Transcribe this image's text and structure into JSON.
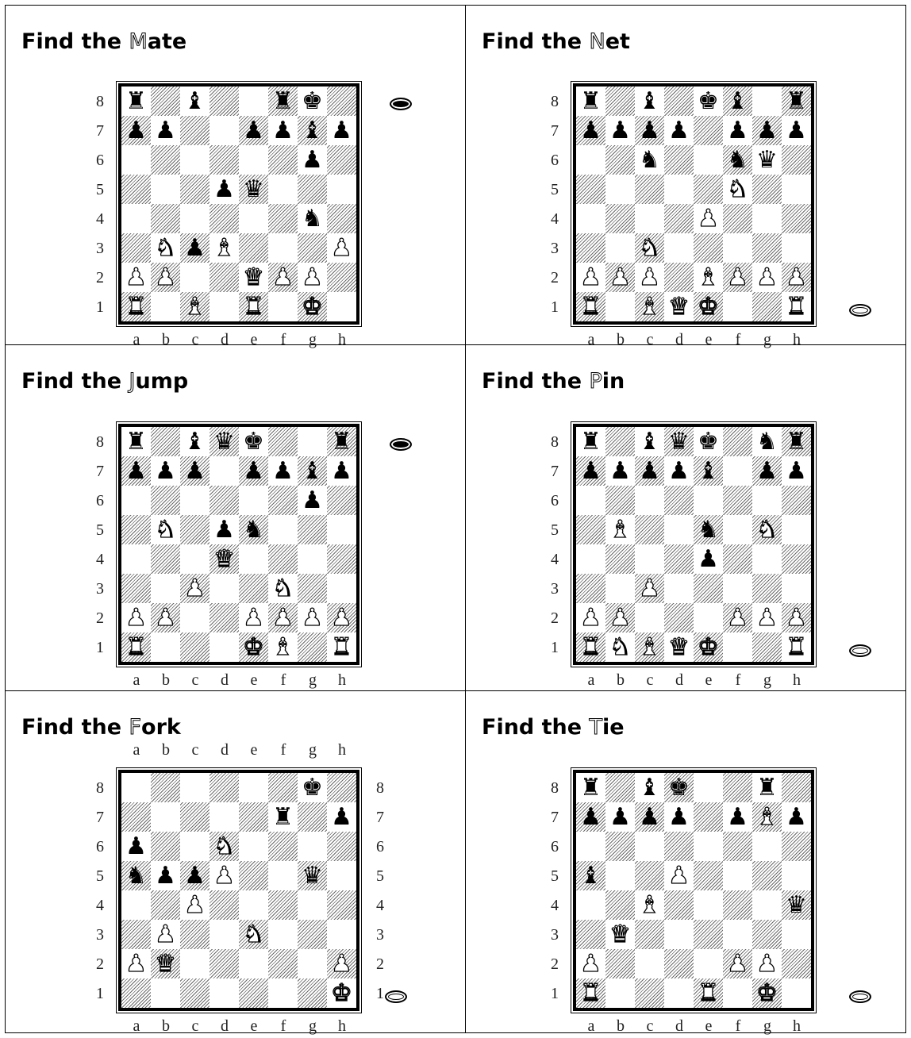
{
  "puzzles": [
    {
      "title_prefix": "Find the ",
      "title_hl": "M",
      "title_rest": "ate",
      "to_move": "black",
      "right_ranks": false,
      "top_files": false,
      "pieces": [
        [
          "a8",
          "bR"
        ],
        [
          "c8",
          "bB"
        ],
        [
          "f8",
          "bR"
        ],
        [
          "g8",
          "bK"
        ],
        [
          "a7",
          "bP"
        ],
        [
          "b7",
          "bP"
        ],
        [
          "e7",
          "bP"
        ],
        [
          "f7",
          "bP"
        ],
        [
          "g7",
          "bB"
        ],
        [
          "h7",
          "bP"
        ],
        [
          "g6",
          "bP"
        ],
        [
          "d5",
          "bP"
        ],
        [
          "e5",
          "bQ"
        ],
        [
          "g4",
          "bN"
        ],
        [
          "b3",
          "wN"
        ],
        [
          "c3",
          "bP"
        ],
        [
          "d3",
          "wB"
        ],
        [
          "h3",
          "wP"
        ],
        [
          "a2",
          "wP"
        ],
        [
          "b2",
          "wP"
        ],
        [
          "e2",
          "wQ"
        ],
        [
          "f2",
          "wP"
        ],
        [
          "g2",
          "wP"
        ],
        [
          "a1",
          "wR"
        ],
        [
          "c1",
          "wB"
        ],
        [
          "e1",
          "wR"
        ],
        [
          "g1",
          "wK"
        ]
      ]
    },
    {
      "title_prefix": "Find the ",
      "title_hl": "N",
      "title_rest": "et",
      "to_move": "white",
      "right_ranks": false,
      "top_files": false,
      "pieces": [
        [
          "a8",
          "bR"
        ],
        [
          "c8",
          "bB"
        ],
        [
          "e8",
          "bK"
        ],
        [
          "f8",
          "bB"
        ],
        [
          "h8",
          "bR"
        ],
        [
          "a7",
          "bP"
        ],
        [
          "b7",
          "bP"
        ],
        [
          "c7",
          "bP"
        ],
        [
          "d7",
          "bP"
        ],
        [
          "f7",
          "bP"
        ],
        [
          "g7",
          "bP"
        ],
        [
          "h7",
          "bP"
        ],
        [
          "c6",
          "bN"
        ],
        [
          "f6",
          "bN"
        ],
        [
          "g6",
          "bQ"
        ],
        [
          "f5",
          "wN"
        ],
        [
          "e4",
          "wP"
        ],
        [
          "c3",
          "wN"
        ],
        [
          "a2",
          "wP"
        ],
        [
          "b2",
          "wP"
        ],
        [
          "c2",
          "wP"
        ],
        [
          "e2",
          "wB"
        ],
        [
          "f2",
          "wP"
        ],
        [
          "g2",
          "wP"
        ],
        [
          "h2",
          "wP"
        ],
        [
          "a1",
          "wR"
        ],
        [
          "c1",
          "wB"
        ],
        [
          "d1",
          "wQ"
        ],
        [
          "e1",
          "wK"
        ],
        [
          "h1",
          "wR"
        ]
      ]
    },
    {
      "title_prefix": "Find the ",
      "title_hl": "J",
      "title_rest": "ump",
      "to_move": "black",
      "right_ranks": false,
      "top_files": false,
      "pieces": [
        [
          "a8",
          "bR"
        ],
        [
          "c8",
          "bB"
        ],
        [
          "d8",
          "bQ"
        ],
        [
          "e8",
          "bK"
        ],
        [
          "h8",
          "bR"
        ],
        [
          "a7",
          "bP"
        ],
        [
          "b7",
          "bP"
        ],
        [
          "c7",
          "bP"
        ],
        [
          "e7",
          "bP"
        ],
        [
          "f7",
          "bP"
        ],
        [
          "g7",
          "bB"
        ],
        [
          "h7",
          "bP"
        ],
        [
          "g6",
          "bP"
        ],
        [
          "b5",
          "wN"
        ],
        [
          "d5",
          "bP"
        ],
        [
          "e5",
          "bN"
        ],
        [
          "d4",
          "wQ"
        ],
        [
          "c3",
          "wP"
        ],
        [
          "f3",
          "wN"
        ],
        [
          "a2",
          "wP"
        ],
        [
          "b2",
          "wP"
        ],
        [
          "e2",
          "wP"
        ],
        [
          "f2",
          "wP"
        ],
        [
          "g2",
          "wP"
        ],
        [
          "h2",
          "wP"
        ],
        [
          "a1",
          "wR"
        ],
        [
          "e1",
          "wK"
        ],
        [
          "f1",
          "wB"
        ],
        [
          "h1",
          "wR"
        ]
      ]
    },
    {
      "title_prefix": "Find the ",
      "title_hl": "P",
      "title_rest": "in",
      "to_move": "white",
      "right_ranks": false,
      "top_files": false,
      "pieces": [
        [
          "a8",
          "bR"
        ],
        [
          "c8",
          "bB"
        ],
        [
          "d8",
          "bQ"
        ],
        [
          "e8",
          "bK"
        ],
        [
          "g8",
          "bN"
        ],
        [
          "h8",
          "bR"
        ],
        [
          "a7",
          "bP"
        ],
        [
          "b7",
          "bP"
        ],
        [
          "c7",
          "bP"
        ],
        [
          "d7",
          "bP"
        ],
        [
          "e7",
          "bB"
        ],
        [
          "g7",
          "bP"
        ],
        [
          "h7",
          "bP"
        ],
        [
          "b5",
          "wB"
        ],
        [
          "e5",
          "bN"
        ],
        [
          "g5",
          "wN"
        ],
        [
          "e4",
          "bP"
        ],
        [
          "c3",
          "wP"
        ],
        [
          "a2",
          "wP"
        ],
        [
          "b2",
          "wP"
        ],
        [
          "f2",
          "wP"
        ],
        [
          "g2",
          "wP"
        ],
        [
          "h2",
          "wP"
        ],
        [
          "a1",
          "wR"
        ],
        [
          "b1",
          "wN"
        ],
        [
          "c1",
          "wB"
        ],
        [
          "d1",
          "wQ"
        ],
        [
          "e1",
          "wK"
        ],
        [
          "h1",
          "wR"
        ]
      ]
    },
    {
      "title_prefix": "Find the ",
      "title_hl": "F",
      "title_rest": "ork",
      "to_move": "white",
      "right_ranks": true,
      "top_files": true,
      "pieces": [
        [
          "g8",
          "bK"
        ],
        [
          "f7",
          "bR"
        ],
        [
          "h7",
          "bP"
        ],
        [
          "a6",
          "bP"
        ],
        [
          "d6",
          "wN"
        ],
        [
          "a5",
          "bN"
        ],
        [
          "b5",
          "bP"
        ],
        [
          "c5",
          "bP"
        ],
        [
          "d5",
          "wP"
        ],
        [
          "g5",
          "bQ"
        ],
        [
          "c4",
          "wP"
        ],
        [
          "b3",
          "wP"
        ],
        [
          "e3",
          "wN"
        ],
        [
          "a2",
          "wP"
        ],
        [
          "b2",
          "wQ"
        ],
        [
          "h2",
          "wP"
        ],
        [
          "h1",
          "wK"
        ]
      ]
    },
    {
      "title_prefix": "Find the ",
      "title_hl": "T",
      "title_rest": "ie",
      "to_move": "white",
      "right_ranks": false,
      "top_files": false,
      "pieces": [
        [
          "a8",
          "bR"
        ],
        [
          "c8",
          "bB"
        ],
        [
          "d8",
          "bK"
        ],
        [
          "g8",
          "bR"
        ],
        [
          "a7",
          "bP"
        ],
        [
          "b7",
          "bP"
        ],
        [
          "c7",
          "bP"
        ],
        [
          "d7",
          "bP"
        ],
        [
          "f7",
          "bP"
        ],
        [
          "g7",
          "wB"
        ],
        [
          "h7",
          "bP"
        ],
        [
          "a5",
          "bB"
        ],
        [
          "d5",
          "wP"
        ],
        [
          "c4",
          "wB"
        ],
        [
          "h4",
          "bQ"
        ],
        [
          "b3",
          "wQ"
        ],
        [
          "a2",
          "wP"
        ],
        [
          "f2",
          "wP"
        ],
        [
          "g2",
          "wP"
        ],
        [
          "a1",
          "wR"
        ],
        [
          "e1",
          "wR"
        ],
        [
          "g1",
          "wK"
        ]
      ]
    }
  ],
  "files": [
    "a",
    "b",
    "c",
    "d",
    "e",
    "f",
    "g",
    "h"
  ],
  "ranks": [
    "8",
    "7",
    "6",
    "5",
    "4",
    "3",
    "2",
    "1"
  ]
}
